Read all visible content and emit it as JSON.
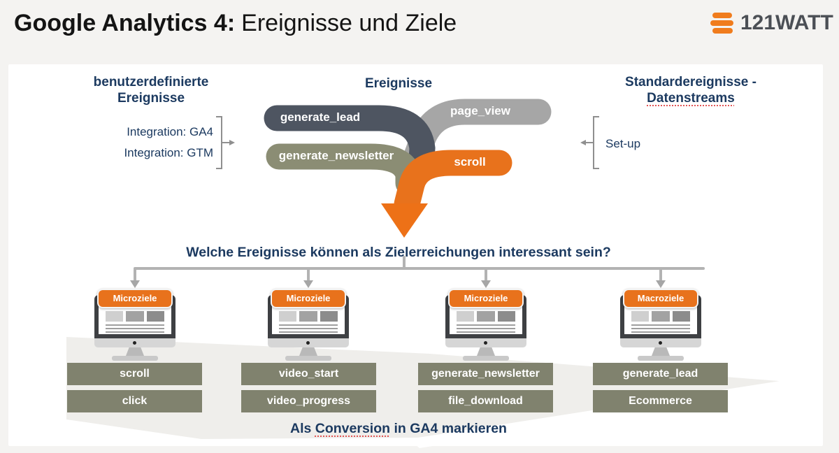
{
  "header": {
    "title_bold": "Google Analytics 4:",
    "title_regular": "Ereignisse und Ziele",
    "brand": "121WATT"
  },
  "sections": {
    "left": {
      "heading_line1": "benutzerdefinierte",
      "heading_line2": "Ereignisse",
      "items": [
        "Integration: GA4",
        "Integration: GTM"
      ]
    },
    "center": {
      "heading": "Ereignisse",
      "pills": [
        {
          "label": "generate_lead",
          "color": "#4e5561"
        },
        {
          "label": "page_view",
          "color": "#a6a6a6"
        },
        {
          "label": "generate_newsletter",
          "color": "#8b8d74"
        },
        {
          "label": "scroll",
          "color": "#e8721c"
        }
      ],
      "arrow_color": "#ed7117"
    },
    "right": {
      "heading_line1": "Standardereignisse -",
      "heading_line2": "Datenstreams",
      "items": [
        "Set-up"
      ]
    }
  },
  "question": "Welche Ereignisse können als Zielerreichungen interessant sein?",
  "columns": [
    {
      "badge": "Microziele",
      "events": [
        "scroll",
        "click"
      ]
    },
    {
      "badge": "Microziele",
      "events": [
        "video_start",
        "video_progress"
      ]
    },
    {
      "badge": "Microziele",
      "events": [
        "generate_newsletter",
        "file_download"
      ]
    },
    {
      "badge": "Macroziele",
      "events": [
        "generate_lead",
        "Ecommerce"
      ]
    }
  ],
  "footer": {
    "prefix": "Als ",
    "highlighted": "Conversion",
    "suffix": " in GA4 markieren"
  },
  "colors": {
    "accent_orange": "#e8721c",
    "navy": "#1c3a60",
    "event_tag_olive": "#80826e",
    "pill_dark": "#4e5561",
    "pill_gray": "#a6a6a6",
    "pill_olive": "#8b8d74",
    "connector_gray": "#b3b3b3"
  }
}
